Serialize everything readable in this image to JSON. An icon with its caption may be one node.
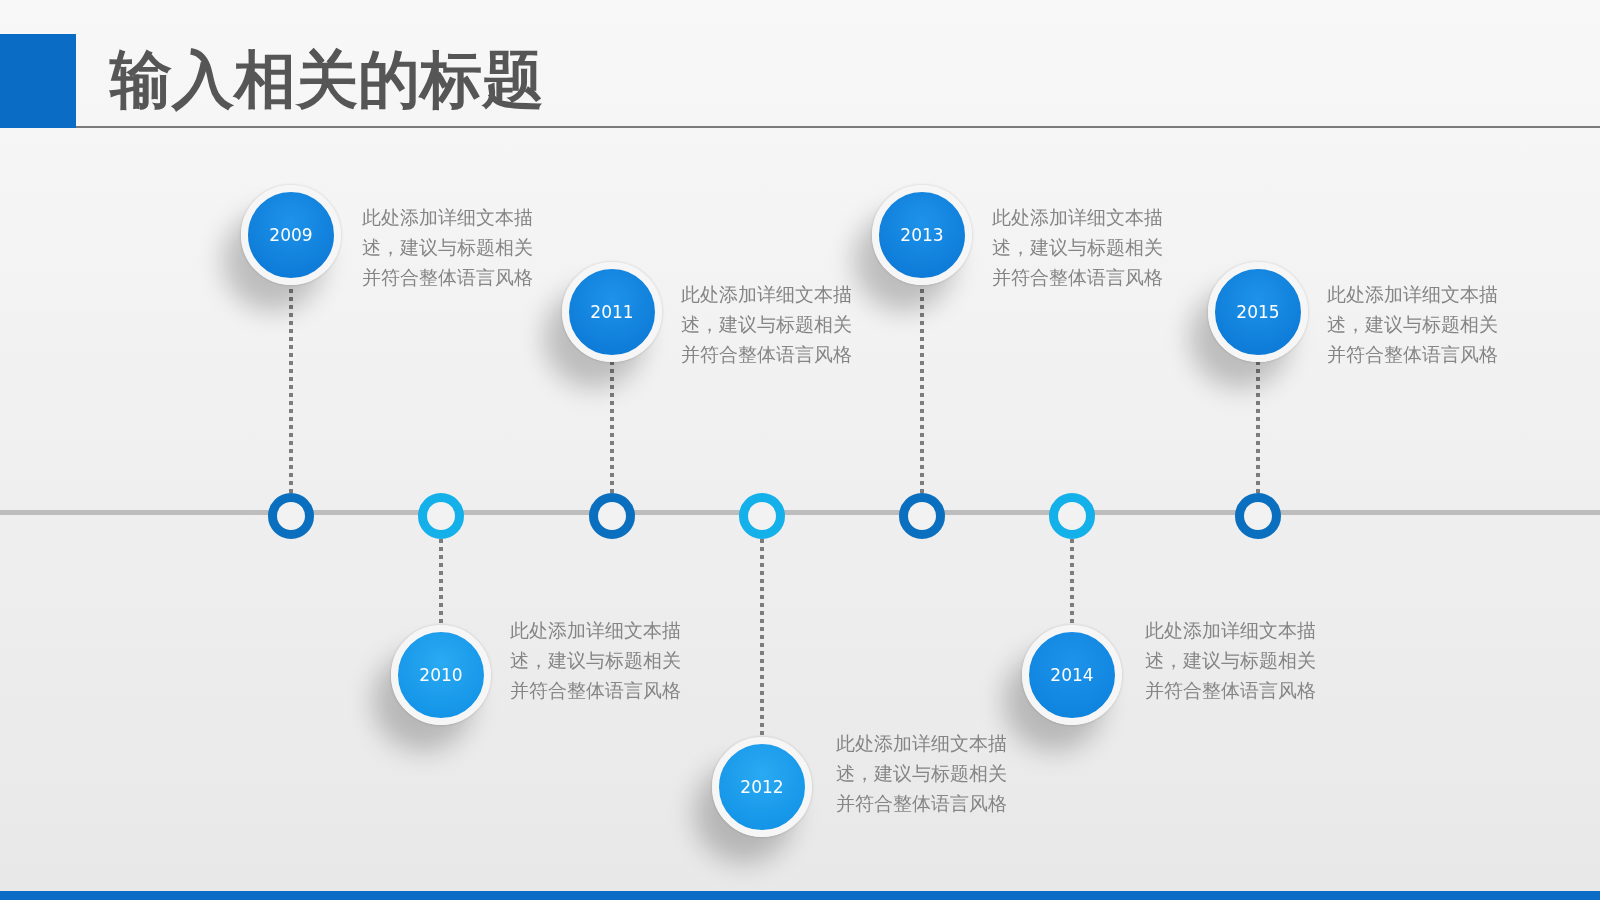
{
  "diagram": {
    "title": "输入相关的标题",
    "nodes": [
      {
        "text": [
          "2009"
        ],
        "beside": [
          "此处添加详细文本描述，建议与标题相关并符合整体语言风格"
        ]
      },
      {
        "text": [
          "2010"
        ],
        "beside": [
          "此处添加详细文本描述，建议与标题相关并符合整体语言风格"
        ]
      },
      {
        "text": [
          "2011"
        ],
        "beside": [
          "此处添加详细文本描述，建议与标题相关并符合整体语言风格"
        ]
      },
      {
        "text": [
          "2012"
        ],
        "beside": [
          "此处添加详细文本描述，建议与标题相关并符合整体语言风格"
        ]
      },
      {
        "text": [
          "2013"
        ],
        "beside": [
          "此处添加详细文本描述，建议与标题相关并符合整体语言风格"
        ]
      },
      {
        "text": [
          "2014"
        ],
        "beside": [
          "此处添加详细文本描述，建议与标题相关并符合整体语言风格"
        ]
      },
      {
        "text": [
          "2015"
        ],
        "beside": [
          "此处添加详细文本描述，建议与标题相关并符合整体语言风格"
        ]
      },
      {
        "text": [],
        "shape": "circle"
      },
      {
        "text": [],
        "shape": "circle"
      },
      {
        "text": [],
        "shape": "circle"
      },
      {
        "text": [],
        "shape": "circle"
      },
      {
        "text": [],
        "shape": "circle"
      },
      {
        "text": [],
        "shape": "circle"
      },
      {
        "text": [],
        "shape": "circle"
      }
    ],
    "edges": [
      {
        "from": 7,
        "to": 0,
        "arrow": "none",
        "style": "dashed"
      },
      {
        "from": 8,
        "to": 1,
        "arrow": "none",
        "style": "dashed"
      },
      {
        "from": 9,
        "to": 2,
        "arrow": "none",
        "style": "dashed"
      },
      {
        "from": 10,
        "to": 3,
        "arrow": "none",
        "style": "dashed"
      },
      {
        "from": 11,
        "to": 4,
        "arrow": "none",
        "style": "dashed"
      },
      {
        "from": 12,
        "to": 5,
        "arrow": "none",
        "style": "dashed"
      },
      {
        "from": 13,
        "to": 6,
        "arrow": "none",
        "style": "dashed"
      }
    ]
  }
}
